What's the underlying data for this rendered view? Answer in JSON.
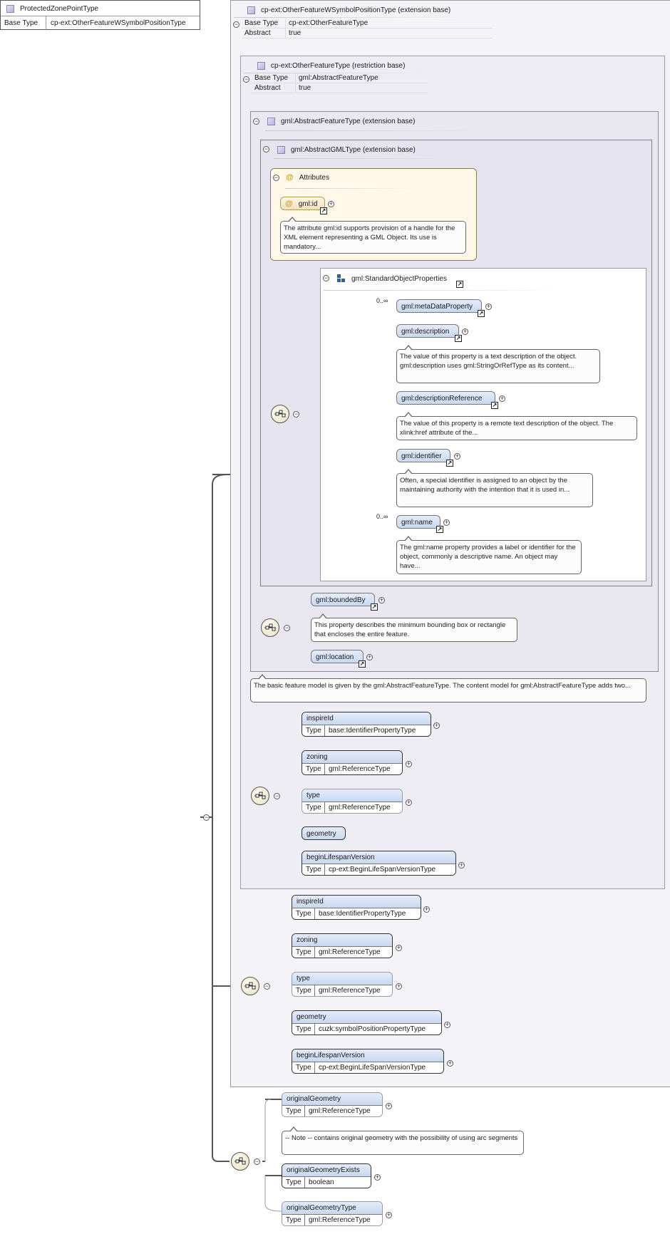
{
  "root": {
    "name": "ProtectedZonePointType",
    "base_type_label": "Base Type",
    "base_type_value": "cp-ext:OtherFeatureWSymbolPositionType"
  },
  "level1": {
    "header": "cp-ext:OtherFeatureWSymbolPositionType (extension base)",
    "rows": [
      {
        "key": "Base Type",
        "value": "cp-ext:OtherFeatureType"
      },
      {
        "key": "Abstract",
        "value": "true"
      }
    ]
  },
  "level2": {
    "header": "cp-ext:OtherFeatureType (restriction base)",
    "rows": [
      {
        "key": "Base Type",
        "value": "gml:AbstractFeatureType"
      },
      {
        "key": "Abstract",
        "value": "true"
      }
    ]
  },
  "level3": {
    "header": "gml:AbstractFeatureType (extension base)",
    "doc": "The basic feature model is given by the gml:AbstractFeatureType. The content model for gml:AbstractFeatureType adds two..."
  },
  "level4": {
    "header": "gml:AbstractGMLType (extension base)",
    "attributes": {
      "title": "Attributes",
      "items": [
        {
          "name": "gml:id",
          "doc": "The attribute gml:id supports provision of a handle for the XML element representing a GML Object. Its use is mandatory..."
        }
      ]
    },
    "sop": {
      "title": "gml:StandardObjectProperties",
      "items": [
        {
          "name": "gml:metaDataProperty",
          "occurs": "0..∞",
          "doc": ""
        },
        {
          "name": "gml:description",
          "occurs": "",
          "doc": "The value of this property is a text description of the object. gml:description uses gml:StringOrRefType as its content..."
        },
        {
          "name": "gml:descriptionReference",
          "occurs": "",
          "doc": "The value of this property is a remote text description of the object. The xlink:href attribute of the..."
        },
        {
          "name": "gml:identifier",
          "occurs": "",
          "doc": "Often, a special identifier is assigned to an object by the maintaining authority with the intention that it is used in..."
        },
        {
          "name": "gml:name",
          "occurs": "0..∞",
          "doc": "The gml:name property provides a label or identifier for the object, commonly a descriptive name. An object may have..."
        }
      ]
    }
  },
  "feature_props": [
    {
      "name": "gml:boundedBy",
      "doc": "This property describes the minimum bounding box or rectangle that encloses the entire feature."
    },
    {
      "name": "gml:location",
      "doc": ""
    }
  ],
  "other_feature_seq": [
    {
      "name": "inspireId",
      "type_label": "Type",
      "type": "base:IdentifierPropertyType"
    },
    {
      "name": "zoning",
      "type_label": "Type",
      "type": "gml:ReferenceType"
    },
    {
      "name": "type",
      "type_label": "Type",
      "type": "gml:ReferenceType"
    },
    {
      "name": "geometry",
      "type_label": "",
      "type": ""
    },
    {
      "name": "beginLifespanVersion",
      "type_label": "Type",
      "type": "cp-ext:BeginLifeSpanVersionType"
    }
  ],
  "wsymbol_seq": [
    {
      "name": "inspireId",
      "type_label": "Type",
      "type": "base:IdentifierPropertyType"
    },
    {
      "name": "zoning",
      "type_label": "Type",
      "type": "gml:ReferenceType"
    },
    {
      "name": "type",
      "type_label": "Type",
      "type": "gml:ReferenceType"
    },
    {
      "name": "geometry",
      "type_label": "Type",
      "type": "cuzk:symbolPositionPropertyType"
    },
    {
      "name": "beginLifespanVersion",
      "type_label": "Type",
      "type": "cp-ext:BeginLifeSpanVersionType"
    }
  ],
  "zone_seq": [
    {
      "name": "originalGeometry",
      "type_label": "Type",
      "type": "gml:ReferenceType",
      "doc": "-- Note -- contains original geometry with the possibility of using arc segments"
    },
    {
      "name": "originalGeometryExists",
      "type_label": "Type",
      "type": "boolean",
      "doc": ""
    },
    {
      "name": "originalGeometryType",
      "type_label": "Type",
      "type": "gml:ReferenceType",
      "doc": ""
    }
  ],
  "icons": {
    "plus": "+",
    "minus": "−",
    "ref_arrow": "↗",
    "attribute": "@"
  }
}
